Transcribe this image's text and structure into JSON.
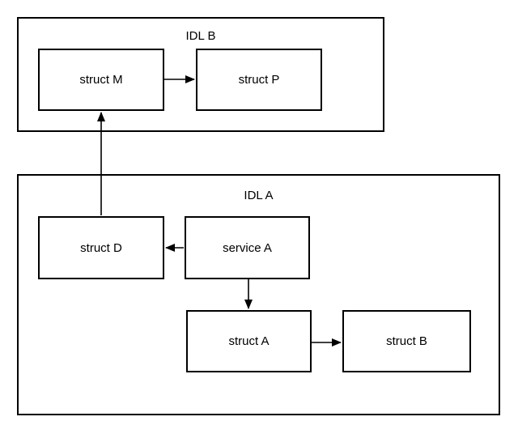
{
  "diagram": {
    "containers": [
      {
        "id": "idl-b",
        "label": "IDL B"
      },
      {
        "id": "idl-a",
        "label": "IDL A"
      }
    ],
    "nodes": [
      {
        "id": "struct-m",
        "label": "struct M",
        "container": "idl-b"
      },
      {
        "id": "struct-p",
        "label": "struct P",
        "container": "idl-b"
      },
      {
        "id": "struct-d",
        "label": "struct D",
        "container": "idl-a"
      },
      {
        "id": "service-a",
        "label": "service A",
        "container": "idl-a"
      },
      {
        "id": "struct-a",
        "label": "struct A",
        "container": "idl-a"
      },
      {
        "id": "struct-b",
        "label": "struct B",
        "container": "idl-a"
      }
    ],
    "edges": [
      {
        "from": "struct-m",
        "to": "struct-p",
        "direction": "right"
      },
      {
        "from": "struct-d",
        "to": "struct-m",
        "direction": "up"
      },
      {
        "from": "service-a",
        "to": "struct-d",
        "direction": "left"
      },
      {
        "from": "service-a",
        "to": "struct-a",
        "direction": "down"
      },
      {
        "from": "struct-a",
        "to": "struct-b",
        "direction": "right"
      }
    ],
    "colors": {
      "stroke": "#000000",
      "text": "#000000",
      "background": "#ffffff"
    }
  }
}
